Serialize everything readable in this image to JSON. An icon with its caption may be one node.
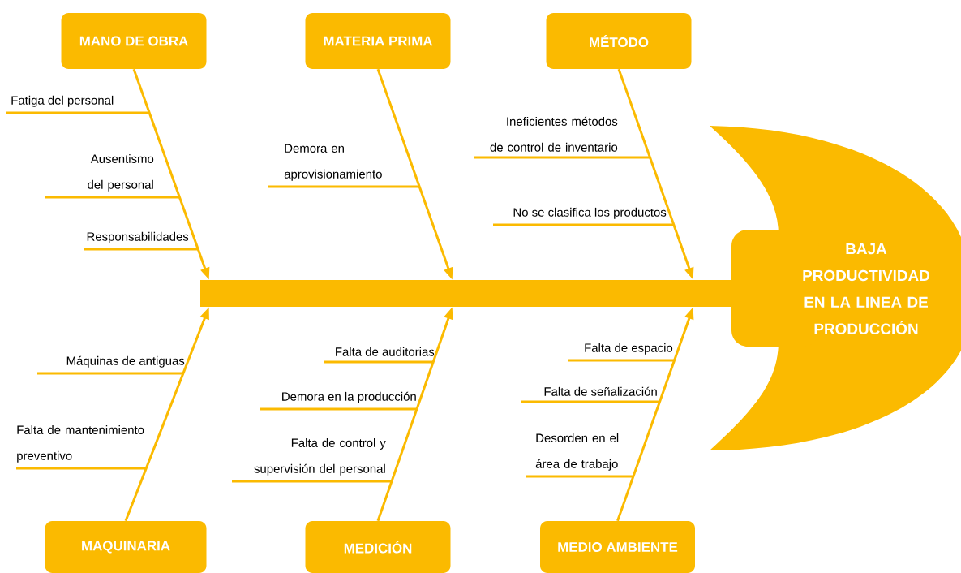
{
  "diagram": {
    "nodes": [
      {
        "text": [
          "MANO DE OBRA"
        ]
      },
      {
        "text": [
          "MATERIA PRIMA"
        ]
      },
      {
        "text": [
          "MÉTODO"
        ]
      },
      {
        "text": [],
        "shape": "bar"
      },
      {
        "text": [
          "BAJA PRODUCTIVIDAD EN LA LINEA DE PRODUCCIÓN"
        ]
      },
      {
        "text": [
          "MAQUINARIA"
        ]
      },
      {
        "text": [
          "MEDICIÓN"
        ]
      },
      {
        "text": [
          "MEDIO AMBIENTE"
        ]
      }
    ],
    "edges": [
      {
        "from": 0,
        "to": 3,
        "arrow": "to"
      },
      {
        "from": 1,
        "to": 3,
        "arrow": "to"
      },
      {
        "from": 2,
        "to": 3,
        "arrow": "to"
      },
      {
        "from": 5,
        "to": 3,
        "arrow": "to"
      },
      {
        "from": 6,
        "to": 3,
        "arrow": "to"
      },
      {
        "from": 7,
        "to": 3,
        "arrow": "to"
      }
    ],
    "labels": [
      "Fatiga del personal",
      "Ausentismo del personal",
      "Responsabilidades",
      "Demora en aprovisionamiento",
      "Ineficientes métodos de control de inventario",
      "No se clasifica los productos",
      "Máquinas de antiguas",
      "Falta de mantenimiento preventivo",
      "Falta de auditorias",
      "Demora en la producción",
      "Falta de control y supervisión del personal",
      "Falta de espacio",
      "Falta de señalización",
      "Desorden en el área de trabajo"
    ]
  }
}
